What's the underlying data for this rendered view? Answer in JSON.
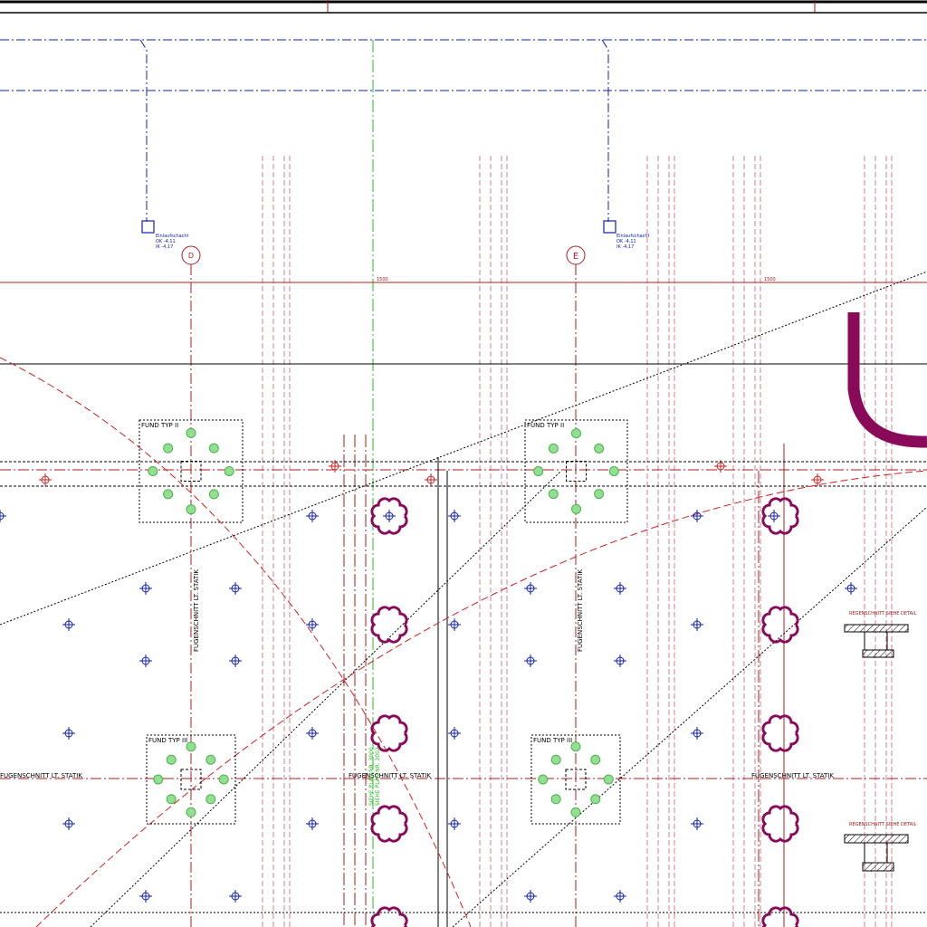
{
  "drawing": {
    "grid_axes": [
      {
        "label": "D"
      },
      {
        "label": "E"
      }
    ],
    "dimension": "1500",
    "footings": [
      {
        "label": "FUND TYP II"
      },
      {
        "label": "FUND TYP II"
      },
      {
        "label": "FUND TYP III"
      },
      {
        "label": "FUND TYP III"
      }
    ],
    "joint_label": "FUGENSCHNITT LT. STATIK",
    "shaft_label": [
      "Einlaufschacht",
      "OK -4,11",
      "IK -4,17"
    ],
    "detail_label": "REGENSCHNITT SIEHE DETAIL",
    "green_note": [
      "SIEHE PLAN NR. 3000",
      "SIEHE PLAN NR. 3002"
    ],
    "colors": {
      "blue": "#1020b0",
      "red": "#b01c1c",
      "purple": "#8a0a5a",
      "green": "#20c020",
      "pink": "#d08090",
      "footing_dot": "#90e090"
    }
  }
}
